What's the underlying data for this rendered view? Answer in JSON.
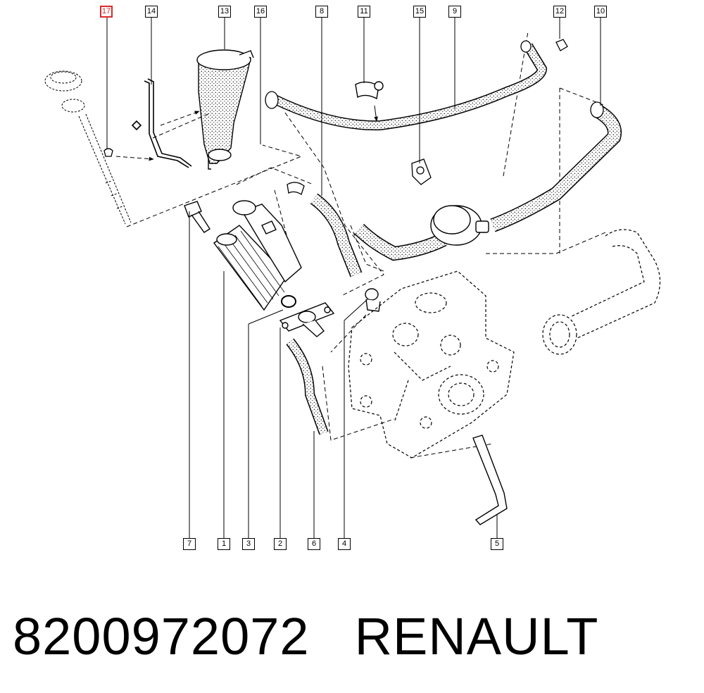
{
  "callouts_top": [
    "17",
    "14",
    "13",
    "16",
    "8",
    "11",
    "15",
    "9",
    "12",
    "10"
  ],
  "callouts_bottom": [
    "7",
    "1",
    "3",
    "2",
    "6",
    "4",
    "5"
  ],
  "highlighted_callout": "17",
  "footer": {
    "part_number": "8200972072",
    "brand": "RENAULT"
  },
  "colors": {
    "highlight": "#d92b2b",
    "ink": "#000000"
  }
}
